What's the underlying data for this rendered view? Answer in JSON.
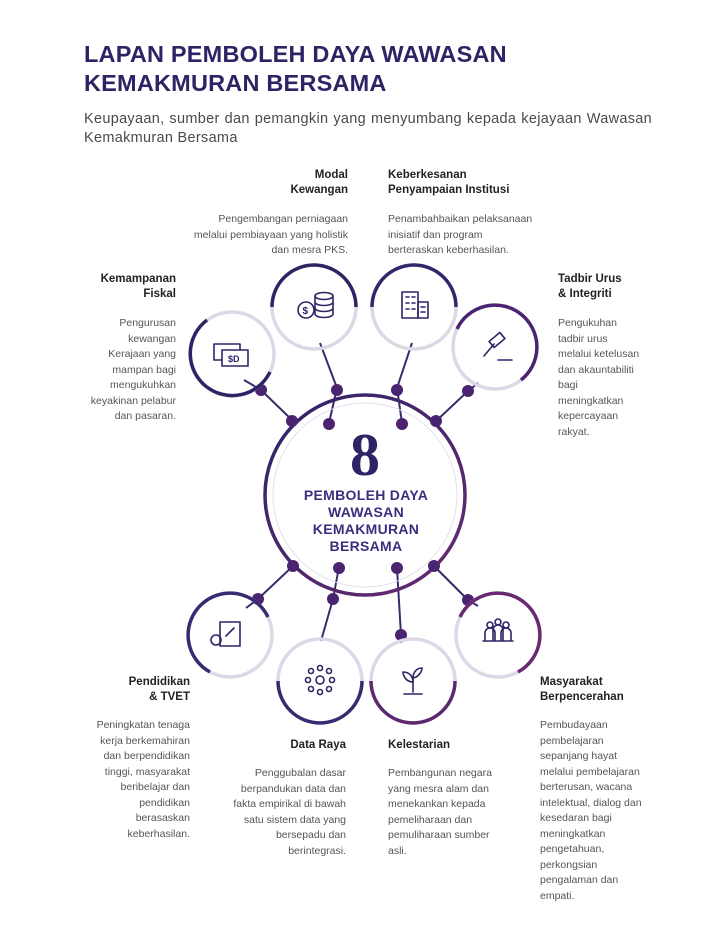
{
  "header": {
    "title_line1": "LAPAN PEMBOLEH DAYA WAWASAN",
    "title_line2": "KEMAKMURAN BERSAMA",
    "subtitle": "Keupayaan, sumber dan pemangkin yang menyumbang kepada kejayaan Wawasan Kemakmuran Bersama"
  },
  "center": {
    "number": "8",
    "line1": "PEMBOLEH DAYA",
    "line2": "WAWASAN",
    "line3": "KEMAKMURAN",
    "line4": "BERSAMA"
  },
  "colors": {
    "navy": "#2d2466",
    "purple": "#5b2a6e",
    "ring_light": "#d6d3e2"
  },
  "enablers": [
    {
      "title": "Modal\nKewangan",
      "desc": "Pengembangan perniagaan\nmelalui pembiayaan yang holistik\ndan mesra PKS.",
      "icon": "coins-icon"
    },
    {
      "title": "Keberkesanan\nPenyampaian Institusi",
      "desc": "Penambahbaikan  pelaksanaan\ninisiatif dan program\nberteraskan keberhasilan.",
      "icon": "building-icon"
    },
    {
      "title": "Tadbir Urus\n& Integriti",
      "desc": "Pengukuhan\ntadbir urus\nmelalui ketelusan\ndan akauntabiliti\nbagi\nmeningkatkan\nkepercayaan\nrakyat.",
      "icon": "gavel-icon"
    },
    {
      "title": "Masyarakat\nBerpencerahan",
      "desc": "Pembudayaan\npembelajaran\nsepanjang hayat\nmelalui pembelajaran\nberterusan, wacana\nintelektual, dialog dan\nkesedaran bagi\nmeningkatkan\npengetahuan,\nperkongsian\npengalaman dan\nempati.",
      "icon": "community-icon"
    },
    {
      "title": "Kelestarian",
      "desc": "Pembangunan negara\nyang mesra alam dan\nmenekankan kepada\npemeliharaan dan\npemuliharaan sumber\nasli.",
      "icon": "sprout-icon"
    },
    {
      "title": "Data Raya",
      "desc": "Penggubalan dasar\nberpandukan data dan\nfakta empirikal di bawah\nsatu sistem data yang\nbersepadu dan\nberintegrasi.",
      "icon": "network-icon"
    },
    {
      "title": "Pendidikan\n& TVET",
      "desc": "Peningkatan tenaga\nkerja berkemahiran\ndan berpendidikan\ntinggi, masyarakat\nberibelajar dan\npendidikan\nberasaskan\nkeberhasilan.",
      "icon": "gear-certificate-icon"
    },
    {
      "title": "Kemampanan\nFiskal",
      "desc": "Pengurusan\nkewangan\nKerajaan yang\nmampan bagi\nmengukuhkan\nkeyakinan pelabur\ndan pasaran.",
      "icon": "banknotes-icon"
    }
  ]
}
